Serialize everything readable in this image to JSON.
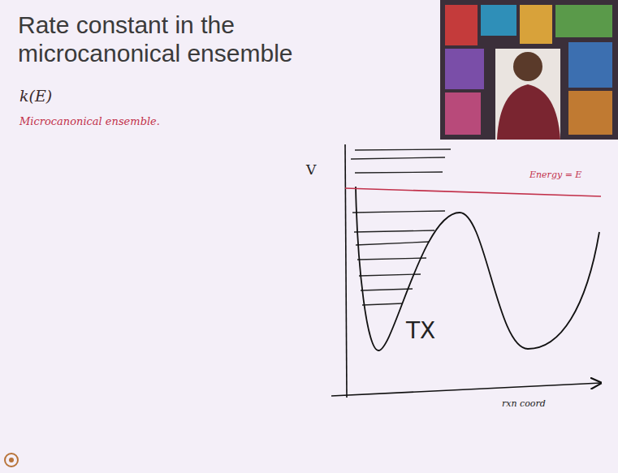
{
  "diagram": {
    "title": "Rate constant in the microcanonical ensemble",
    "labels": [
      "k(E)",
      "Microcanonical ensemble.",
      "V",
      "Energy = E",
      "TX",
      "rxn coord"
    ]
  }
}
